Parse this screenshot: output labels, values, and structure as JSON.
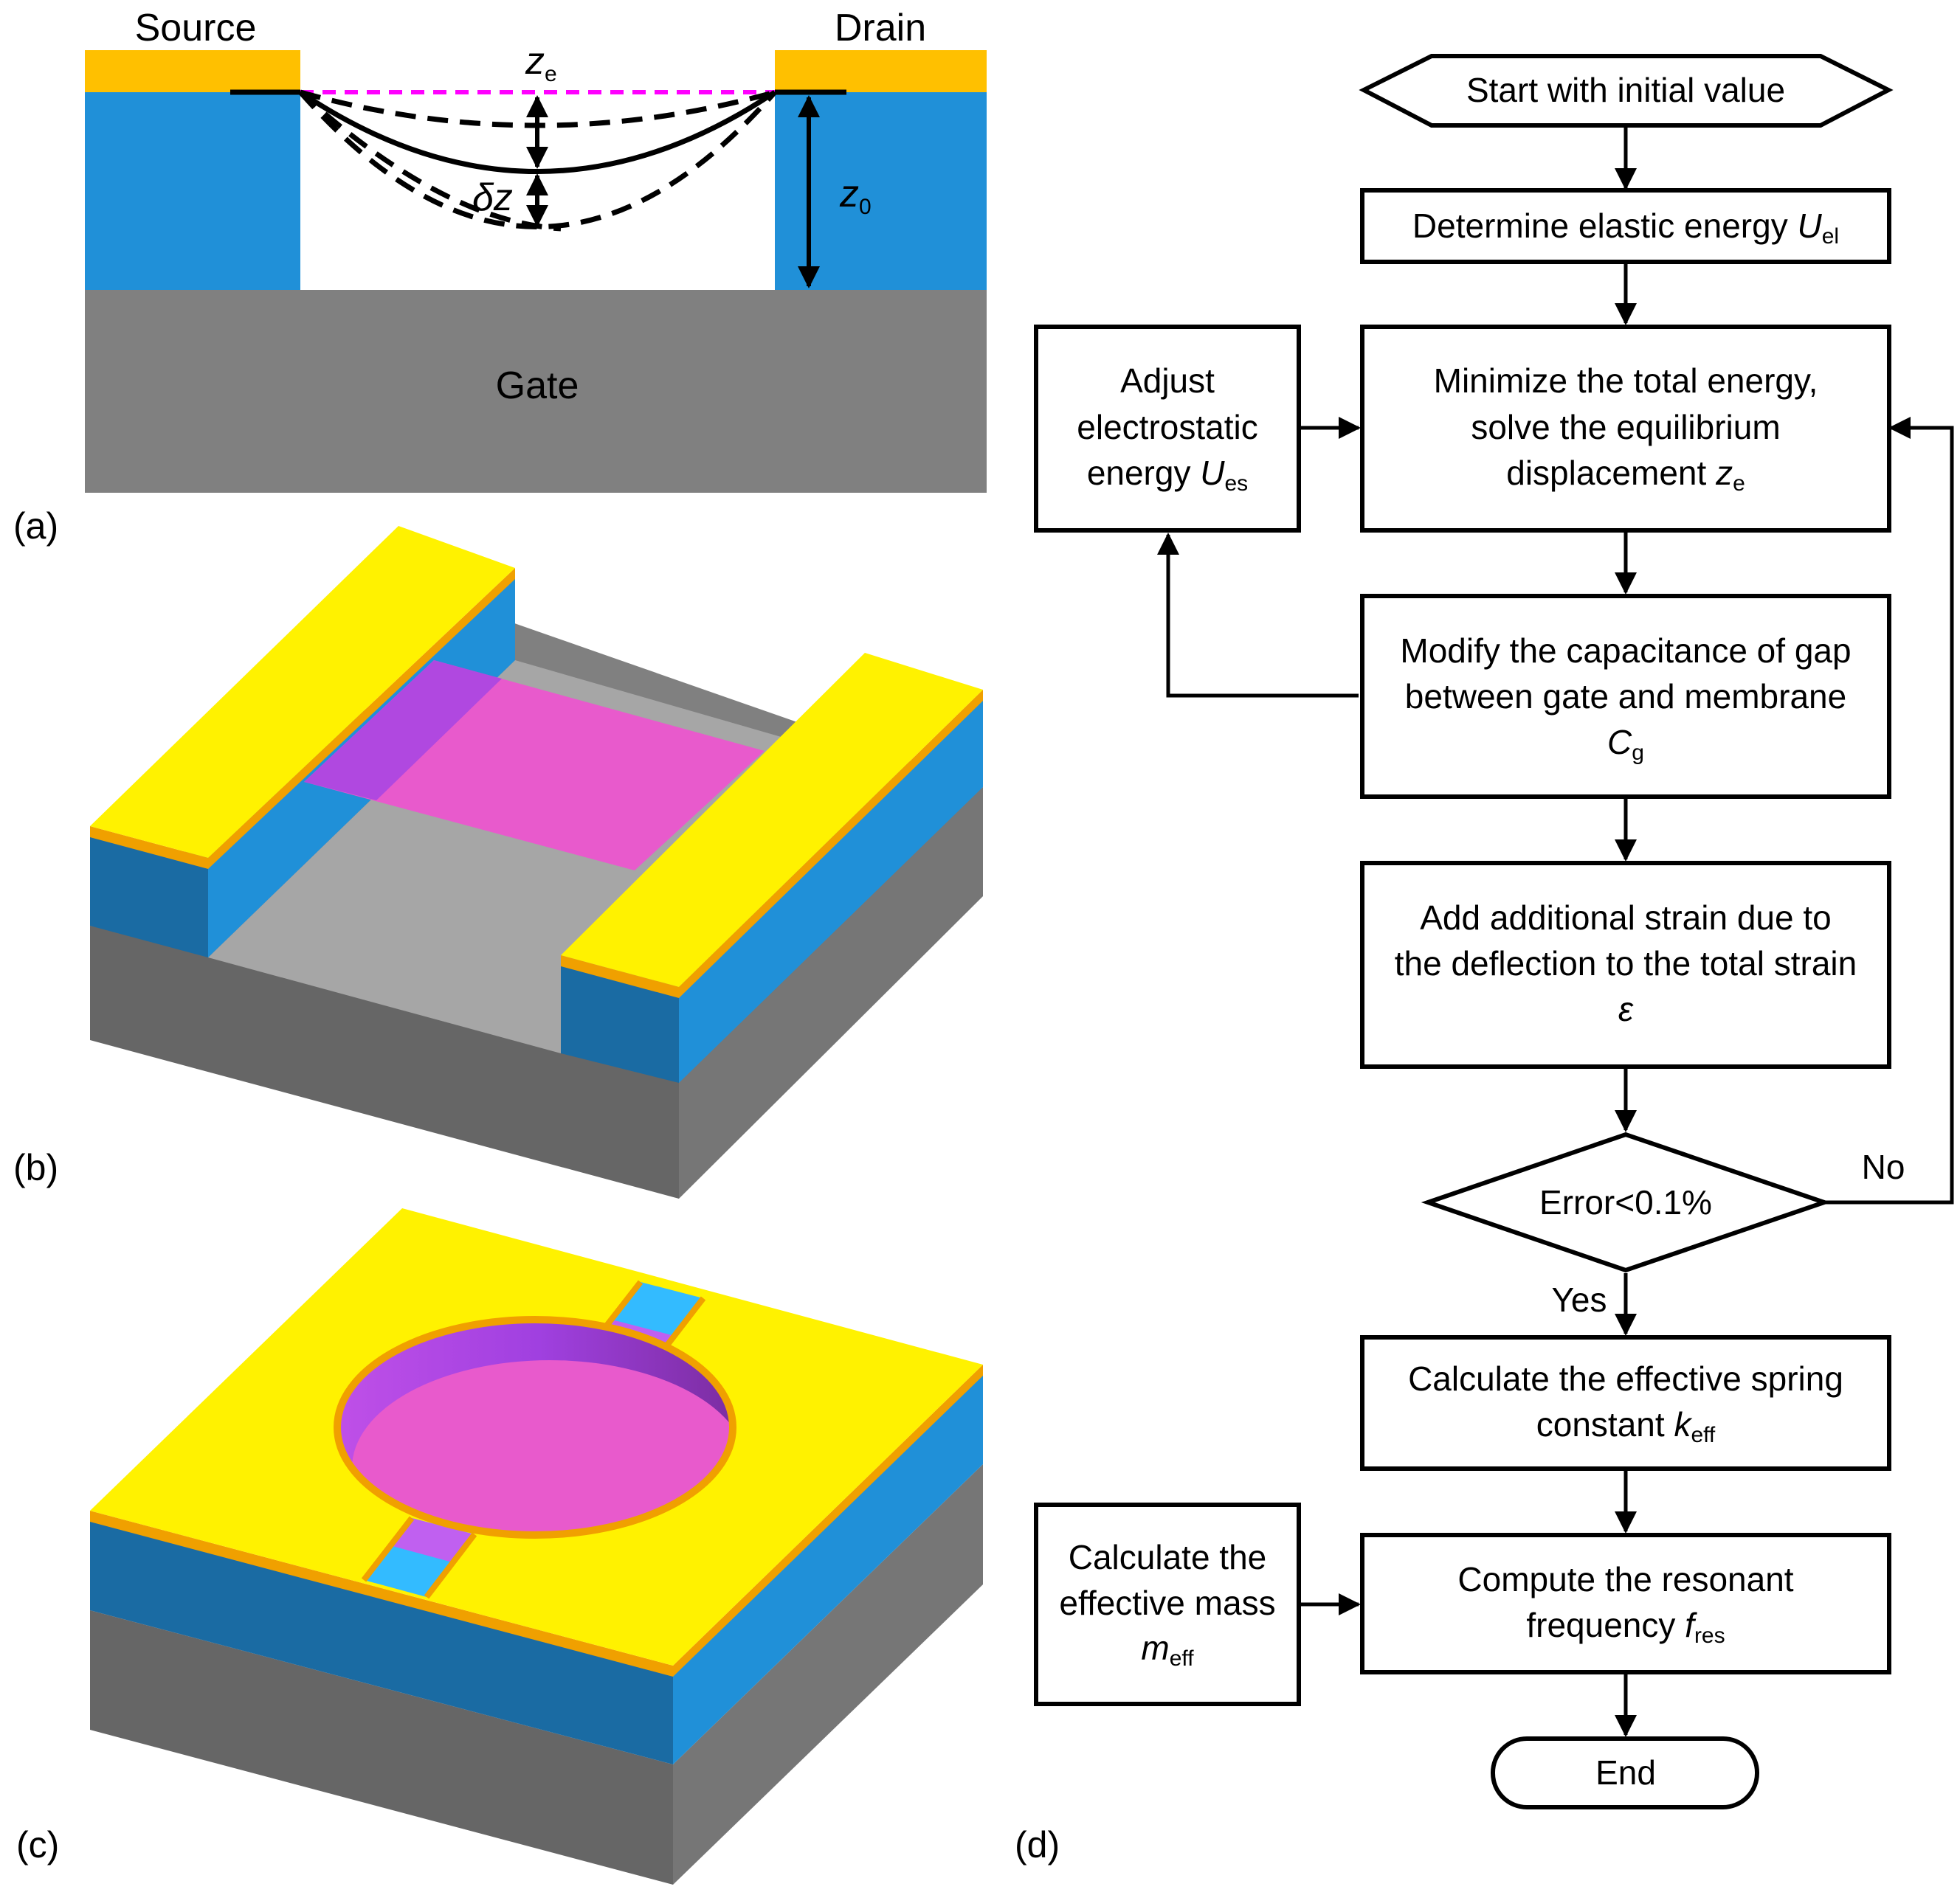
{
  "panel_labels": {
    "a": "(a)",
    "b": "(b)",
    "c": "(c)",
    "d": "(d)"
  },
  "cross_section": {
    "source": "Source",
    "drain": "Drain",
    "gate": "Gate",
    "z_e": "z",
    "z_e_sub": "e",
    "delta_z": "δz",
    "z_0": "z",
    "z_0_sub": "0"
  },
  "flowchart": {
    "start": "Start with initial value",
    "elastic": {
      "text": "Determine elastic energy ",
      "var": "U",
      "sub": "el"
    },
    "minimize": {
      "line1": "Minimize the total energy,",
      "line2": "solve the equilibrium",
      "line3": "displacement ",
      "var": "z",
      "sub": "e"
    },
    "adjust": {
      "line1": "Adjust",
      "line2": "electrostatic",
      "line3": "energy ",
      "var": "U",
      "sub": "es"
    },
    "capacitance": {
      "line1": "Modify the capacitance of gap",
      "line2": "between gate and membrane",
      "var": "C",
      "sub": "g"
    },
    "strain": {
      "line1": "Add additional strain due to",
      "line2": "the deflection to the total strain",
      "var": "ε"
    },
    "decision": "Error<0.1%",
    "no": "No",
    "yes": "Yes",
    "spring": {
      "line1": "Calculate the effective spring",
      "line2": "constant ",
      "var": "k",
      "sub": "eff"
    },
    "mass": {
      "line1": "Calculate the",
      "line2": "effective mass",
      "var": "m",
      "sub": "eff"
    },
    "resonant": {
      "line1": "Compute the resonant",
      "line2": "frequency ",
      "var": "f",
      "sub": "res"
    },
    "end": "End"
  },
  "colors": {
    "electrode": "#FFC000",
    "electrode_top": "#FFF200",
    "electrode_edge": "#F0A000",
    "oxide": "#2090D8",
    "oxide_dark": "#1A6BA3",
    "gate": "#808080",
    "gate_dark": "#666666",
    "gate_side": "#767676",
    "cavity": "#A6A6A6",
    "membrane": "#E85ACC",
    "membrane_dark": "#B048E0",
    "membrane_line": "#FF00FF",
    "light_blue": "#33BBFF"
  }
}
